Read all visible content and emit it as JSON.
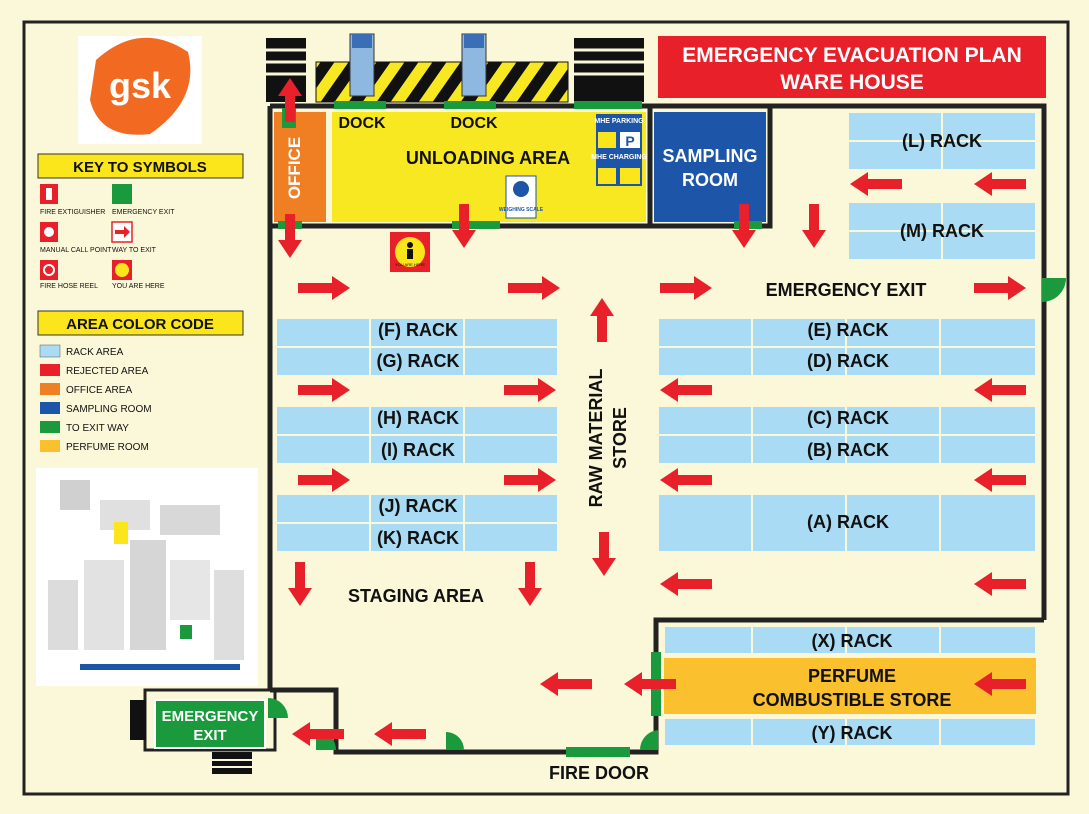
{
  "title": {
    "line1": "EMERGENCY EVACUATION PLAN",
    "line2": "WARE HOUSE"
  },
  "logo_text": "gsk",
  "key_heading": "KEY TO SYMBOLS",
  "keys": {
    "fire_extinguisher": "FIRE EXTIGUISHER",
    "emergency_exit": "EMERGENCY EXIT",
    "manual_call_point": "MANUAL CALL POINT",
    "way_to_exit": "WAY TO EXIT",
    "fire_hose_reel": "FIRE HOSE REEL",
    "you_are_here": "YOU ARE HERE"
  },
  "area_heading": "AREA COLOR CODE",
  "areas": {
    "rack": "RACK AREA",
    "rejected": "REJECTED AREA",
    "office": "OFFICE AREA",
    "sampling": "SAMPLING ROOM",
    "exit_way": "TO EXIT WAY",
    "perfume": "PERFUME ROOM"
  },
  "rooms": {
    "office": "OFFICE",
    "dock": "DOCK",
    "unloading": "UNLOADING AREA",
    "mhe_parking": "MHE PARKING",
    "mhe_charging": "MHE CHARGING",
    "p_sign": "P",
    "weighing_scale": "WEIGHING SCALE",
    "sampling_l1": "SAMPLING",
    "sampling_l2": "ROOM",
    "you_are_here": "YOU ARE HERE",
    "emergency_exit_right": "EMERGENCY EXIT",
    "raw_material_l1": "RAW MATERIAL",
    "raw_material_l2": "STORE",
    "staging": "STAGING AREA",
    "perfume_l1": "PERFUME",
    "perfume_l2": "COMBUSTIBLE STORE",
    "exit_box_l1": "EMERGENCY",
    "exit_box_l2": "EXIT",
    "fire_door": "FIRE DOOR"
  },
  "racks": {
    "L": "(L) RACK",
    "M": "(M) RACK",
    "F": "(F) RACK",
    "G": "(G) RACK",
    "H": "(H) RACK",
    "I": "(I) RACK",
    "J": "(J) RACK",
    "K": "(K) RACK",
    "E": "(E) RACK",
    "D": "(D) RACK",
    "C": "(C) RACK",
    "B": "(B) RACK",
    "A": "(A) RACK",
    "X": "(X) RACK",
    "Y": "(Y) RACK"
  },
  "colors": {
    "background": "#fbf8d9",
    "rack": "#a9dcf4",
    "rejected": "#e8202a",
    "office": "#f07f24",
    "sampling": "#1d56a8",
    "exit_way": "#1a9a3c",
    "perfume": "#fbc02d",
    "unloading": "#f7e821",
    "arrow": "#e8202a"
  }
}
